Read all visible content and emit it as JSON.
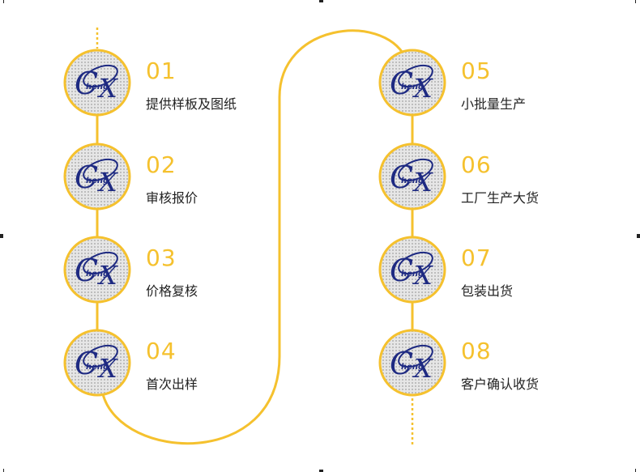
{
  "colors": {
    "accent": "#f5c12e",
    "logo_blue": "#1e2a82",
    "logo_bg": "#d8d8d8",
    "text": "#222222"
  },
  "logo": {
    "letter_c": "C",
    "letter_x": "X",
    "word": "heng"
  },
  "steps": [
    {
      "number": "01",
      "label": "提供样板及图纸"
    },
    {
      "number": "02",
      "label": "审核报价"
    },
    {
      "number": "03",
      "label": "价格复核"
    },
    {
      "number": "04",
      "label": "首次出样"
    },
    {
      "number": "05",
      "label": "小批量生产"
    },
    {
      "number": "06",
      "label": "工厂生产大货"
    },
    {
      "number": "07",
      "label": "包装出货"
    },
    {
      "number": "08",
      "label": "客户确认收货"
    }
  ]
}
